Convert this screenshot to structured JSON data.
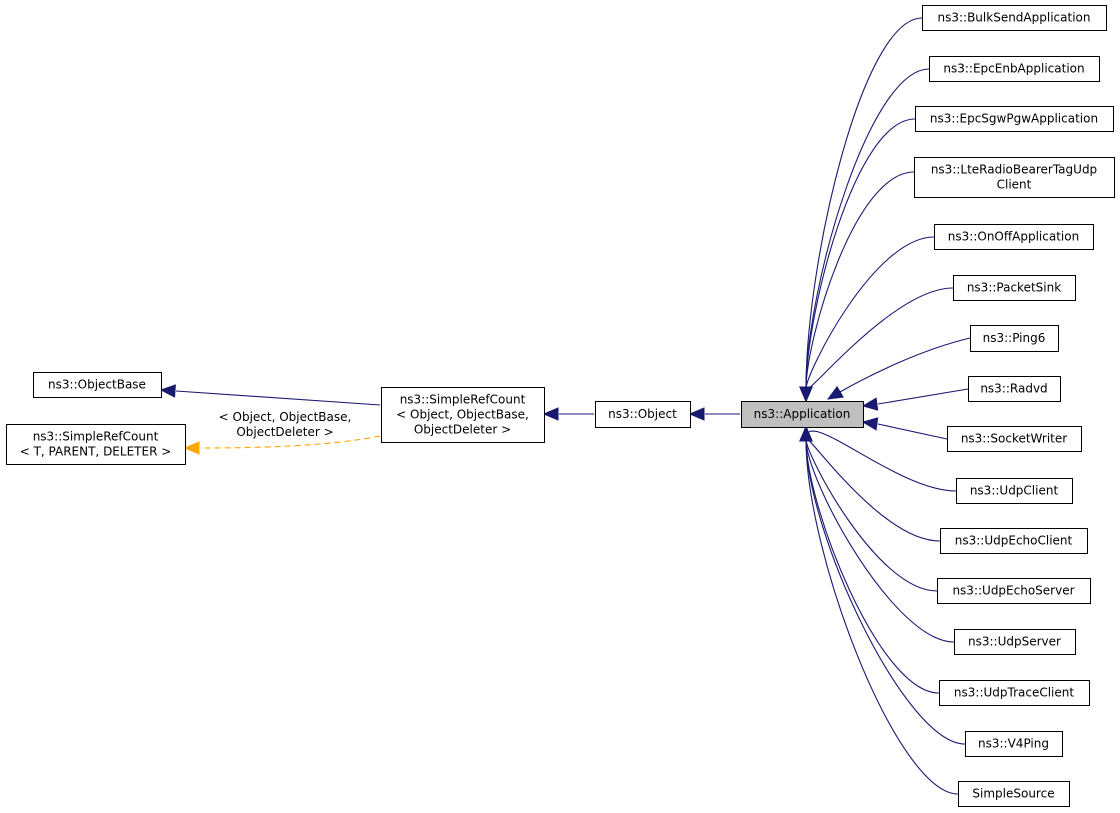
{
  "nodes": {
    "object_base": {
      "lines": [
        "ns3::ObjectBase"
      ]
    },
    "simple_ref_count_template": {
      "lines": [
        "ns3::SimpleRefCount",
        "< T, PARENT, DELETER >"
      ]
    },
    "simple_ref_count_object": {
      "lines": [
        "ns3::SimpleRefCount",
        "< Object, ObjectBase,",
        "ObjectDeleter >"
      ]
    },
    "object": {
      "lines": [
        "ns3::Object"
      ]
    },
    "application": {
      "lines": [
        "ns3::Application"
      ]
    },
    "bulk_send_application": {
      "lines": [
        "ns3::BulkSendApplication"
      ]
    },
    "epc_enb_application": {
      "lines": [
        "ns3::EpcEnbApplication"
      ]
    },
    "epc_sgw_pgw_application": {
      "lines": [
        "ns3::EpcSgwPgwApplication"
      ]
    },
    "lte_radio_bearer_tag_udp_client": {
      "lines": [
        "ns3::LteRadioBearerTagUdp",
        "Client"
      ]
    },
    "on_off_application": {
      "lines": [
        "ns3::OnOffApplication"
      ]
    },
    "packet_sink": {
      "lines": [
        "ns3::PacketSink"
      ]
    },
    "ping6": {
      "lines": [
        "ns3::Ping6"
      ]
    },
    "radvd": {
      "lines": [
        "ns3::Radvd"
      ]
    },
    "socket_writer": {
      "lines": [
        "ns3::SocketWriter"
      ]
    },
    "udp_client": {
      "lines": [
        "ns3::UdpClient"
      ]
    },
    "udp_echo_client": {
      "lines": [
        "ns3::UdpEchoClient"
      ]
    },
    "udp_echo_server": {
      "lines": [
        "ns3::UdpEchoServer"
      ]
    },
    "udp_server": {
      "lines": [
        "ns3::UdpServer"
      ]
    },
    "udp_trace_client": {
      "lines": [
        "ns3::UdpTraceClient"
      ]
    },
    "v4ping": {
      "lines": [
        "ns3::V4Ping"
      ]
    },
    "simple_source": {
      "lines": [
        "SimpleSource"
      ]
    }
  },
  "edges": [
    {
      "from": "simple_ref_count_object",
      "to": "object_base",
      "kind": "inherit"
    },
    {
      "from": "simple_ref_count_object",
      "to": "simple_ref_count_template",
      "kind": "template",
      "label": [
        "< Object, ObjectBase,",
        "ObjectDeleter >"
      ]
    },
    {
      "from": "object",
      "to": "simple_ref_count_object",
      "kind": "inherit"
    },
    {
      "from": "application",
      "to": "object",
      "kind": "inherit"
    },
    {
      "from": "bulk_send_application",
      "to": "application",
      "kind": "inherit"
    },
    {
      "from": "epc_enb_application",
      "to": "application",
      "kind": "inherit"
    },
    {
      "from": "epc_sgw_pgw_application",
      "to": "application",
      "kind": "inherit"
    },
    {
      "from": "lte_radio_bearer_tag_udp_client",
      "to": "application",
      "kind": "inherit"
    },
    {
      "from": "on_off_application",
      "to": "application",
      "kind": "inherit"
    },
    {
      "from": "packet_sink",
      "to": "application",
      "kind": "inherit"
    },
    {
      "from": "ping6",
      "to": "application",
      "kind": "inherit"
    },
    {
      "from": "radvd",
      "to": "application",
      "kind": "inherit"
    },
    {
      "from": "socket_writer",
      "to": "application",
      "kind": "inherit"
    },
    {
      "from": "udp_client",
      "to": "application",
      "kind": "inherit"
    },
    {
      "from": "udp_echo_client",
      "to": "application",
      "kind": "inherit"
    },
    {
      "from": "udp_echo_server",
      "to": "application",
      "kind": "inherit"
    },
    {
      "from": "udp_server",
      "to": "application",
      "kind": "inherit"
    },
    {
      "from": "udp_trace_client",
      "to": "application",
      "kind": "inherit"
    },
    {
      "from": "v4ping",
      "to": "application",
      "kind": "inherit"
    },
    {
      "from": "simple_source",
      "to": "application",
      "kind": "inherit"
    }
  ],
  "colors": {
    "inherit_edge": "#191970",
    "template_edge": "#ffa500",
    "focus_node_fill": "#bfbfbf"
  }
}
